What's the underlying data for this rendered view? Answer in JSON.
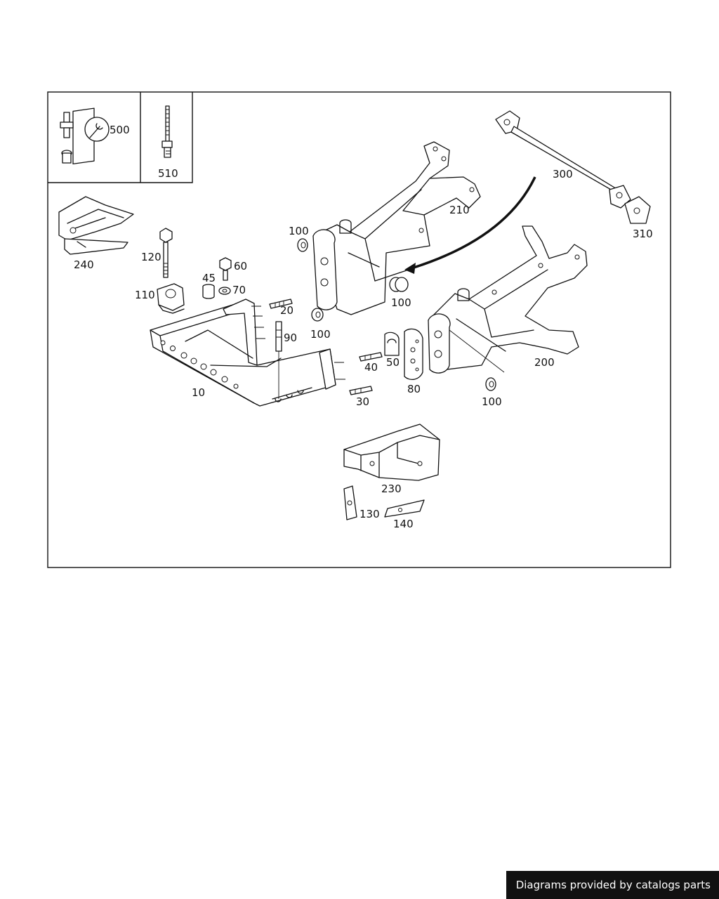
{
  "callouts": {
    "c500": "500",
    "c510": "510",
    "c240": "240",
    "c120": "120",
    "c110": "110",
    "c45": "45",
    "c60": "60",
    "c70": "70",
    "c20": "20",
    "c90": "90",
    "c10": "10",
    "c100a": "100",
    "c100b": "100",
    "c100c": "100",
    "c100d": "100",
    "c210": "210",
    "c300": "300",
    "c310": "310",
    "c40": "40",
    "c50": "50",
    "c30": "30",
    "c80": "80",
    "c200": "200",
    "c230": "230",
    "c130": "130",
    "c140": "140"
  },
  "footer": {
    "credit": "Diagrams provided by catalogs parts"
  },
  "colors": {
    "line": "#111111",
    "badge_bg": "#111111",
    "badge_text": "#ffffff"
  },
  "icons": {
    "service_kit": "wrench-icon"
  }
}
